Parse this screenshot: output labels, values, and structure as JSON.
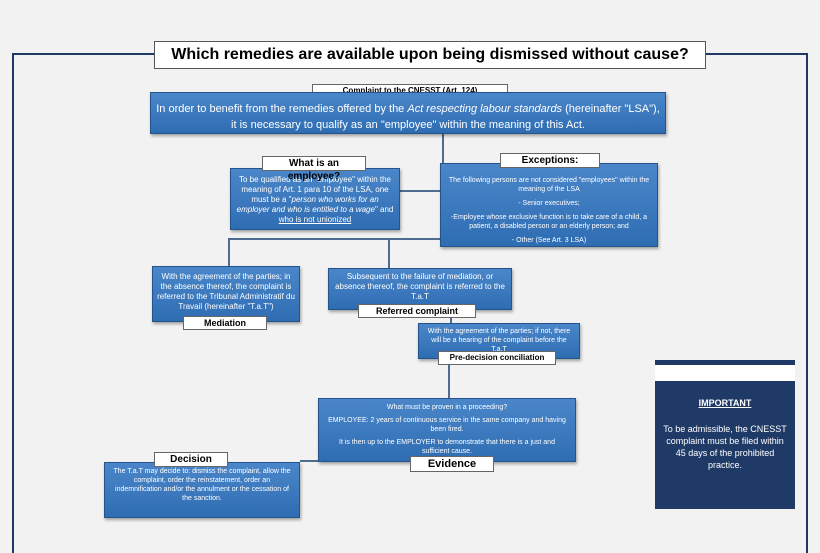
{
  "title": "Which remedies are available upon being dismissed without cause?",
  "complaint_label": "Complaint to the CNESST (Art. 124)",
  "intro": {
    "line1_pre": "In order to benefit from the remedies offered by the ",
    "line1_italic": "Act respecting labour standards",
    "line1_post": " (hereinafter \"LSA\"),",
    "line2": "it is necessary to qualify as an \"employee\" within the meaning of this Act."
  },
  "employee": {
    "label": "What is an employee?",
    "text_pre": "To be qualified as an \"employee\" within the meaning of Art. 1 para 10 of the LSA, one must be a \"",
    "text_italic": "person who works for an employer and who is entitled to a wage",
    "text_mid": "\" and ",
    "text_underline": "who is not unionized"
  },
  "exceptions": {
    "label": "Exceptions:",
    "items": [
      "The following persons are not considered \"employees\" within the meaning of the LSA",
      "- Senior executives;",
      "-Employee whose exclusive function is to take care of a child, a patient, a disabled person or an elderly person; and",
      "- Other (See Art. 3 LSA)"
    ]
  },
  "mediation": {
    "label": "Mediation",
    "text": "With the agreement of the parties; in the absence thereof, the complaint is referred to the Tribunal Administratif du Travail (hereinafter \"T.a.T\")"
  },
  "referred": {
    "label": "Referred complaint",
    "text": "Subsequent to the failure of mediation, or absence thereof, the complaint is referred to the T.a.T"
  },
  "predecision": {
    "label": "Pre-decision conciliation",
    "text": "With the agreement of the parties; if not, there will be a hearing of the complaint before the T.a.T"
  },
  "evidence": {
    "label": "Evidence",
    "lines": [
      "What must be proven in a proceeding?",
      "EMPLOYEE: 2 years of continuous service in the same company and having been fired.",
      "It is then up to the EMPLOYER to demonstrate that there is a just and sufficient cause."
    ]
  },
  "decision": {
    "label": "Decision",
    "text": "The T.a.T may decide to: dismiss the complaint, allow the complaint, order the reinstatement, order an indemnification and/or the annulment or the cessation of the sanction."
  },
  "important": {
    "heading": "IMPORTANT",
    "text": "To be admissible, the CNESST complaint must be filed within 45 days of the prohibited practice."
  },
  "colors": {
    "frame": "#1f3864",
    "box_blue": "#3a78c0",
    "important_bg": "#1f3a66"
  }
}
